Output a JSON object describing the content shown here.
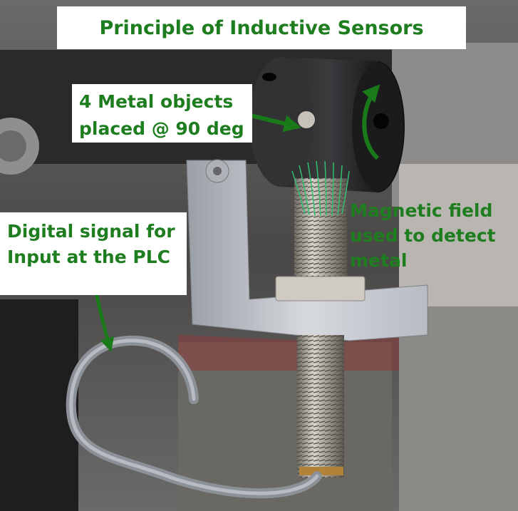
{
  "title": "Principle of Inductive Sensors",
  "objects_label": [
    "4 Metal objects",
    "placed @ 90 deg"
  ],
  "signal_label": [
    "Digital signal for",
    "Input at the PLC"
  ],
  "field_label": [
    "Magnetic field",
    "used to detect",
    "metal"
  ],
  "colors": {
    "label_text": "#1e7d1e",
    "arrow": "#1a7a1a",
    "field_lines": "#2fbf6f"
  }
}
